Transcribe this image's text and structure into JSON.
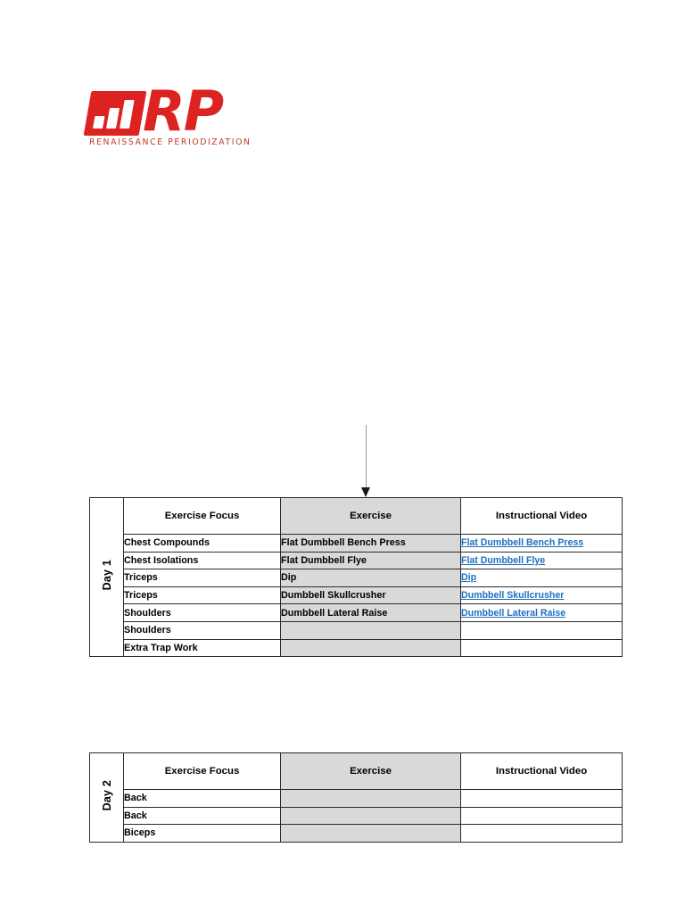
{
  "logo": {
    "mark_icon": "bar-chart-icon",
    "wordmark": "RP",
    "tagline": "RENAISSANCE PERIODIZATION",
    "brand_color": "#DD2222",
    "tagline_color": "#C0392B"
  },
  "annotation": {
    "arrow_icon": "down-arrow-icon",
    "points_to": "Exercise"
  },
  "colors": {
    "link": "#1F6FC0",
    "shaded_column": "#D9D9D9",
    "border": "#2B2B2B"
  },
  "tables": [
    {
      "day_label": "Day 1",
      "headers": {
        "focus": "Exercise Focus",
        "exercise": "Exercise",
        "video": "Instructional Video"
      },
      "rows": [
        {
          "focus": "Chest Compounds",
          "exercise": "Flat Dumbbell Bench Press",
          "video": "Flat Dumbbell Bench Press"
        },
        {
          "focus": "Chest Isolations",
          "exercise": "Flat Dumbbell Flye",
          "video": "Flat Dumbbell Flye"
        },
        {
          "focus": "Triceps",
          "exercise": "Dip",
          "video": "Dip"
        },
        {
          "focus": "Triceps",
          "exercise": "Dumbbell Skullcrusher",
          "video": "Dumbbell Skullcrusher"
        },
        {
          "focus": "Shoulders",
          "exercise": "Dumbbell Lateral Raise",
          "video": "Dumbbell Lateral Raise"
        },
        {
          "focus": "Shoulders",
          "exercise": "",
          "video": ""
        },
        {
          "focus": "Extra Trap Work",
          "exercise": "",
          "video": ""
        }
      ]
    },
    {
      "day_label": "Day 2",
      "headers": {
        "focus": "Exercise Focus",
        "exercise": "Exercise",
        "video": "Instructional Video"
      },
      "rows": [
        {
          "focus": "Back",
          "exercise": "",
          "video": ""
        },
        {
          "focus": "Back",
          "exercise": "",
          "video": ""
        },
        {
          "focus": "Biceps",
          "exercise": "",
          "video": ""
        }
      ]
    }
  ]
}
